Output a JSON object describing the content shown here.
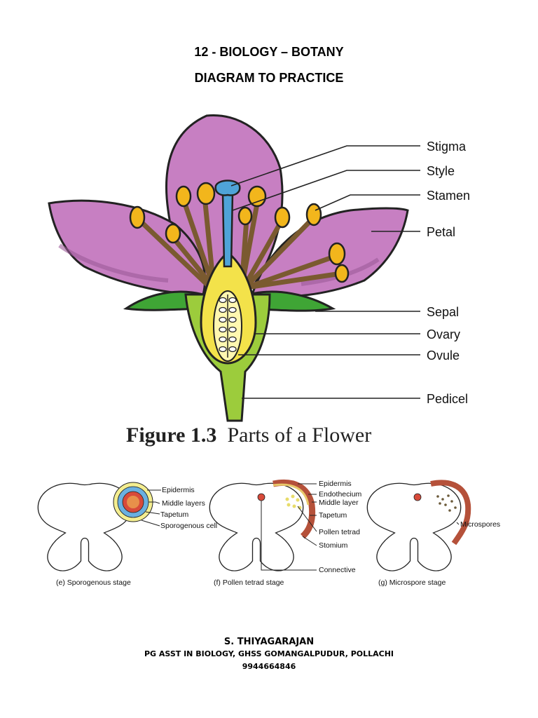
{
  "header": {
    "line1": "12 - BIOLOGY – BOTANY",
    "line2": "DIAGRAM TO PRACTICE"
  },
  "flower_figure": {
    "labels": {
      "stigma": "Stigma",
      "style": "Style",
      "stamen": "Stamen",
      "petal": "Petal",
      "sepal": "Sepal",
      "ovary": "Ovary",
      "ovule": "Ovule",
      "pedicel": "Pedicel"
    },
    "caption_number": "Figure 1.3",
    "caption_text": "Parts of a Flower",
    "colors": {
      "petal": "#c77fc2",
      "sepal": "#3fa535",
      "anther": "#f2b61c",
      "style": "#4fa3d8",
      "ovary": "#f3e24a",
      "filament": "#8a6a3a"
    }
  },
  "anther_stages": {
    "e": {
      "caption": "(e) Sporogenous stage",
      "labels": [
        "Epidermis",
        "Middle layers",
        "Tapetum",
        "Sporogenous cell"
      ]
    },
    "f": {
      "caption": "(f) Pollen tetrad stage",
      "labels": [
        "Epidermis",
        "Endothecium",
        "Middle layer",
        "Tapetum",
        "Pollen tetrad",
        "Stomium",
        "Connective"
      ]
    },
    "g": {
      "caption": "(g) Microspore stage",
      "labels": [
        "Microspores"
      ]
    }
  },
  "footer": {
    "name": "S. THIYAGARAJAN",
    "designation": "PG ASST IN BIOLOGY, GHSS GOMANGALPUDUR, POLLACHI",
    "phone": "9944664846"
  }
}
